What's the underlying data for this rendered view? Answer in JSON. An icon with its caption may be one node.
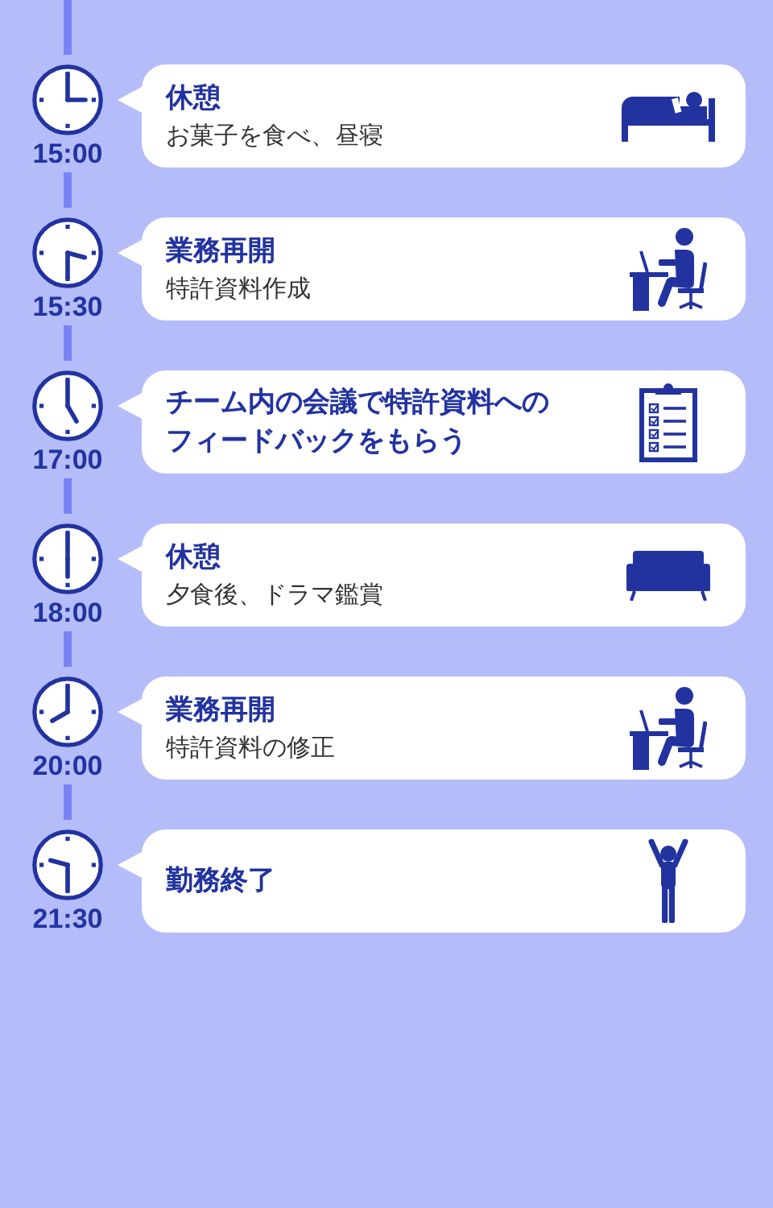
{
  "diagram": {
    "nodes": [
      {
        "text": [
          "15:00"
        ]
      },
      {
        "text": [
          "休憩",
          "お菓子を食べ、昼寝"
        ]
      },
      {
        "text": [
          "15:30"
        ]
      },
      {
        "text": [
          "業務再開",
          "特許資料作成"
        ]
      },
      {
        "text": [
          "17:00"
        ]
      },
      {
        "text": [
          "チーム内の会議で特許資料へのフィードバックをもらう"
        ]
      },
      {
        "text": [
          "18:00"
        ]
      },
      {
        "text": [
          "休憩",
          "夕食後、ドラマ鑑賞"
        ]
      },
      {
        "text": [
          "20:00"
        ]
      },
      {
        "text": [
          "業務再開",
          "特許資料の修正"
        ]
      },
      {
        "text": [
          "21:30"
        ]
      },
      {
        "text": [
          "勤務終了"
        ]
      }
    ],
    "edges": [
      {
        "from": null,
        "to": 0,
        "arrow": "none"
      },
      {
        "from": 0,
        "to": 2,
        "arrow": "none"
      },
      {
        "from": 2,
        "to": 4,
        "arrow": "none"
      },
      {
        "from": 4,
        "to": 6,
        "arrow": "none"
      },
      {
        "from": 6,
        "to": 8,
        "arrow": "none"
      },
      {
        "from": 8,
        "to": 10,
        "arrow": "none"
      }
    ]
  }
}
